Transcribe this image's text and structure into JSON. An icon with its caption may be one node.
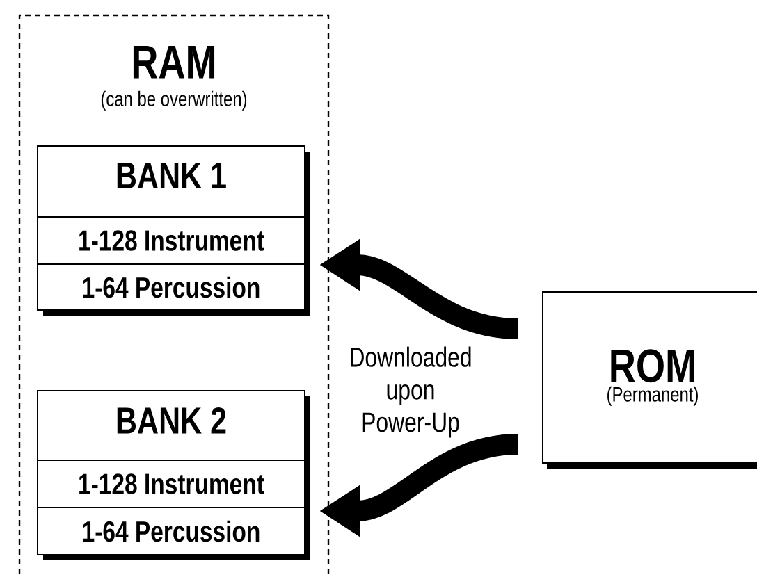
{
  "diagram": {
    "nodes": [
      {
        "text": [
          "RAM",
          "(can be overwritten)"
        ]
      },
      {
        "text": [
          "BANK 1"
        ],
        "in": 0
      },
      {
        "text": [
          "1-128 Instrument"
        ],
        "in": 1
      },
      {
        "text": [
          "1-64 Percussion"
        ],
        "in": 1
      },
      {
        "text": [
          "BANK 2"
        ],
        "in": 0
      },
      {
        "text": [
          "1-128 Instrument"
        ],
        "in": 4
      },
      {
        "text": [
          "1-64 Percussion"
        ],
        "in": 4
      },
      {
        "text": [
          "ROM",
          "(Permanent)"
        ]
      }
    ],
    "edges": [
      {
        "from": 7,
        "to": 1,
        "arrow": "to"
      },
      {
        "from": 7,
        "to": 4,
        "arrow": "to"
      }
    ],
    "labels": [
      "Downloaded upon Power-Up"
    ]
  }
}
